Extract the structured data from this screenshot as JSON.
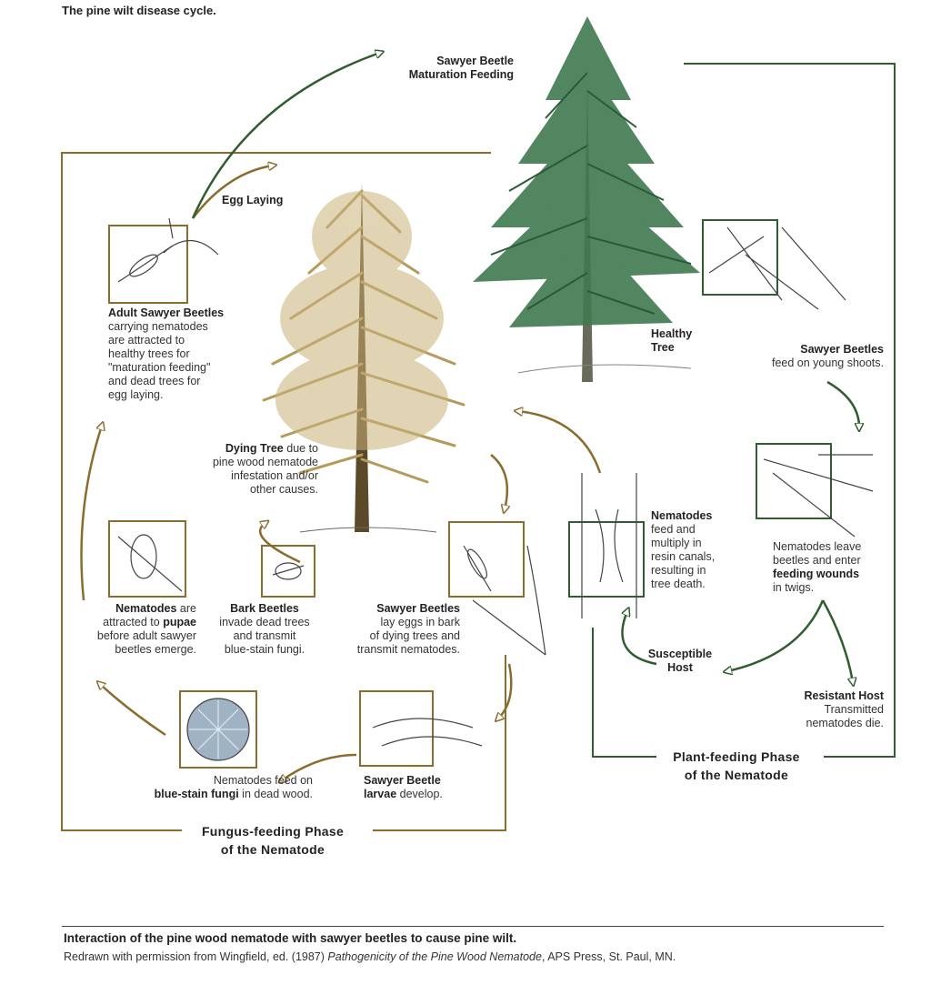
{
  "header": {
    "title": "The pine wilt disease cycle."
  },
  "labels": {
    "maturation_feeding": [
      "Sawyer Beetle",
      "Maturation Feeding"
    ],
    "egg_laying": "Egg Laying",
    "adult_beetles_title": "Adult Sawyer Beetles",
    "adult_beetles_body": [
      "carrying nematodes",
      "are attracted to",
      "healthy trees for",
      "\"maturation feeding\"",
      "and dead trees for",
      "egg laying."
    ],
    "healthy_tree": [
      "Healthy",
      "Tree"
    ],
    "sawyer_feed_title": "Sawyer Beetles",
    "sawyer_feed_body": "feed on young shoots.",
    "dying_tree_title": "Dying Tree",
    "dying_tree_suffix": " due to",
    "dying_tree_body": [
      "pine wood nematode",
      "infestation and/or",
      "other causes."
    ],
    "nematodes_feed_title": "Nematodes",
    "nematodes_feed_body": [
      "feed and",
      "multiply in",
      "resin canals,",
      "resulting in",
      "tree death."
    ],
    "leave_beetles_body": [
      "Nematodes leave",
      "beetles and enter"
    ],
    "leave_beetles_bold": "feeding wounds",
    "leave_beetles_tail": "in twigs.",
    "pupae_title": "Nematodes",
    "pupae_are": " are",
    "pupae_line2": "attracted to ",
    "pupae_bold": "pupae",
    "pupae_body": [
      "before adult sawyer",
      "beetles emerge."
    ],
    "bark_beetles_title": "Bark Beetles",
    "bark_beetles_body": [
      "invade dead trees",
      "and transmit",
      "blue-stain fungi."
    ],
    "sawyer_eggs_title": "Sawyer Beetles",
    "sawyer_eggs_body": [
      "lay eggs in bark",
      "of dying trees and",
      "transmit nematodes."
    ],
    "susceptible_host": [
      "Susceptible",
      "Host"
    ],
    "resistant_host_title": "Resistant Host",
    "resistant_host_body": [
      "Transmitted",
      "nematodes die."
    ],
    "blue_stain_line1": "Nematodes feed on",
    "blue_stain_bold": "blue-stain fungi",
    "blue_stain_tail": " in dead wood.",
    "larvae_title": "Sawyer Beetle",
    "larvae_bold": "larvae",
    "larvae_tail": " develop.",
    "plant_phase": [
      "Plant-feeding Phase",
      "of the Nematode"
    ],
    "fungus_phase": [
      "Fungus-feeding Phase",
      "of the Nematode"
    ]
  },
  "caption": {
    "title": "Interaction of the pine wood nematode with sawyer beetles to cause pine wilt.",
    "credit_prefix": "Redrawn with permission from Wingfield, ed. (1987) ",
    "credit_italic": "Pathogenicity of the Pine Wood Nematode",
    "credit_suffix": ", APS Press, St. Paul, MN."
  },
  "colors": {
    "fungus_phase": "#8a6d2e",
    "plant_phase": "#2f5d2f",
    "healthy_foliage": "#3f7a4f",
    "dying_foliage": "#b59a5c"
  }
}
